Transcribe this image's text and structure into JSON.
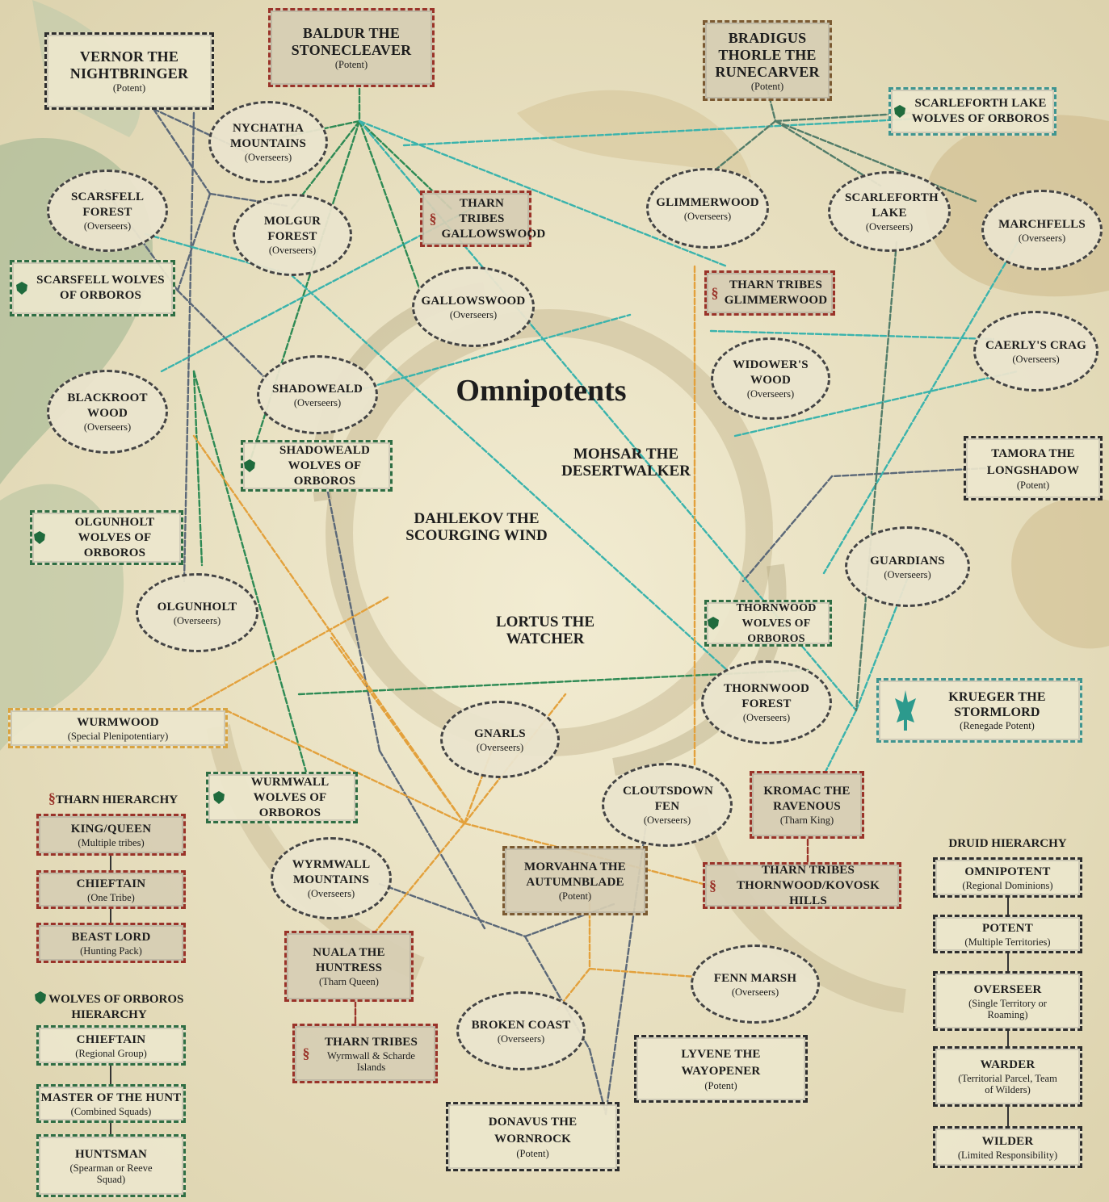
{
  "title": "Omnipotents",
  "omnipotents": [
    "MOHSAR THE DESERTWALKER",
    "DAHLEKOV THE SCOURGING WIND",
    "LORTUS THE WATCHER"
  ],
  "colors": {
    "background": "#ede6c8",
    "thorns": "#c9c08f",
    "green_link": "#2f8a52",
    "teal_link": "#3fb3ad",
    "orange_link": "#e3a13c",
    "gray_link": "#5a6a7a",
    "red_frame": "#9a3329"
  },
  "nodes": {
    "vernor": {
      "title": "VERNOR THE NIGHTBRINGER",
      "sub": "(Potent)"
    },
    "baldur": {
      "title": "BALDUR THE STONECLEAVER",
      "sub": "(Potent)"
    },
    "bradigus": {
      "title": "BRADIGUS THORLE THE RUNECARVER",
      "sub": "(Potent)"
    },
    "scarleforth_wolves": {
      "title": "SCARLEFORTH LAKE WOLVES OF ORBOROS",
      "icon": "wolf-icon"
    },
    "nychatha": {
      "title": "NYCHATHA MOUNTAINS",
      "sub": "(Overseers)"
    },
    "scarsfell_forest": {
      "title": "SCARSFELL FOREST",
      "sub": "(Overseers)"
    },
    "molgur": {
      "title": "MOLGUR FOREST",
      "sub": "(Overseers)"
    },
    "tharn_gallowswood": {
      "title": "THARN TRIBES GALLOWSWOOD",
      "icon": "thorn-icon"
    },
    "glimmerwood": {
      "title": "GLIMMERWOOD",
      "sub": "(Overseers)"
    },
    "scarleforth_lake": {
      "title": "SCARLEFORTH LAKE",
      "sub": "(Overseers)"
    },
    "marchfells": {
      "title": "MARCHFELLS",
      "sub": "(Overseers)"
    },
    "scarsfell_wolves": {
      "title": "SCARSFELL WOLVES OF ORBOROS",
      "icon": "wolf-icon"
    },
    "gallowswood": {
      "title": "GALLOWSWOOD",
      "sub": "(Overseers)"
    },
    "tharn_glimmerwood": {
      "title": "THARN TRIBES GLIMMERWOOD",
      "icon": "thorn-icon"
    },
    "caerlys_crag": {
      "title": "CAERLY'S CRAG",
      "sub": "(Overseers)"
    },
    "widowers_wood": {
      "title": "WIDOWER'S WOOD",
      "sub": "(Overseers)"
    },
    "shadoweald": {
      "title": "SHADOWEALD",
      "sub": "(Overseers)"
    },
    "blackroot": {
      "title": "BLACKROOT WOOD",
      "sub": "(Overseers)"
    },
    "shadoweald_wolves": {
      "title": "SHADOWEALD WOLVES OF ORBOROS",
      "icon": "wolf-icon"
    },
    "tamora": {
      "title": "TAMORA THE LONGSHADOW",
      "sub": "(Potent)"
    },
    "olgunholt_wolves": {
      "title": "OLGUNHOLT WOLVES OF ORBOROS",
      "icon": "wolf-icon"
    },
    "guardians": {
      "title": "GUARDIANS",
      "sub": "(Overseers)"
    },
    "olgunholt": {
      "title": "OLGUNHOLT",
      "sub": "(Overseers)"
    },
    "thornwood_wolves": {
      "title": "THORNWOOD WOLVES OF ORBOROS",
      "icon": "wolf-icon"
    },
    "wurmwood": {
      "title": "WURMWOOD",
      "sub": "(Special Plenipotentiary)"
    },
    "gnarls": {
      "title": "GNARLS",
      "sub": "(Overseers)"
    },
    "thornwood_forest": {
      "title": "THORNWOOD FOREST",
      "sub": "(Overseers)"
    },
    "krueger": {
      "title": "KRUEGER THE STORMLORD",
      "sub": "(Renegade Potent)",
      "icon": "stormlord-icon"
    },
    "wurmwall_wolves": {
      "title": "WURMWALL WOLVES OF ORBOROS",
      "icon": "wolf-icon"
    },
    "cloutsdown": {
      "title": "CLOUTSDOWN FEN",
      "sub": "(Overseers)"
    },
    "kromac": {
      "title": "KROMAC THE RAVENOUS",
      "sub": "(Tharn King)"
    },
    "wyrmwall_mts": {
      "title": "WYRMWALL MOUNTAINS",
      "sub": "(Overseers)"
    },
    "morvahna": {
      "title": "MORVAHNA THE AUTUMNBLADE",
      "sub": "(Potent)"
    },
    "tharn_thornwood": {
      "title": "THARN TRIBES THORNWOOD/KOVOSK HILLS",
      "icon": "thorn-icon"
    },
    "nuala": {
      "title": "NUALA THE HUNTRESS",
      "sub": "(Tharn Queen)"
    },
    "fenn": {
      "title": "FENN MARSH",
      "sub": "(Overseers)"
    },
    "broken_coast": {
      "title": "BROKEN COAST",
      "sub": "(Overseers)"
    },
    "tharn_wyrmwall": {
      "title": "THARN TRIBES",
      "sub": "Wyrmwall & Scharde Islands",
      "icon": "thorn-icon"
    },
    "lyvene": {
      "title": "LYVENE THE WAYOPENER",
      "sub": "(Potent)"
    },
    "donavus": {
      "title": "DONAVUS THE WORNROCK",
      "sub": "(Potent)"
    }
  },
  "tharn_hierarchy": {
    "heading": "THARN HIERARCHY",
    "levels": [
      {
        "title": "KING/QUEEN",
        "sub": "(Multiple tribes)"
      },
      {
        "title": "CHIEFTAIN",
        "sub": "(One Tribe)"
      },
      {
        "title": "BEAST LORD",
        "sub": "(Hunting Pack)"
      }
    ]
  },
  "wolves_hierarchy": {
    "heading": "WOLVES OF ORBOROS HIERARCHY",
    "levels": [
      {
        "title": "CHIEFTAIN",
        "sub": "(Regional Group)"
      },
      {
        "title": "MASTER OF THE HUNT",
        "sub": "(Combined Squads)"
      },
      {
        "title": "HUNTSMAN",
        "sub": "(Spearman or Reeve Squad)"
      }
    ]
  },
  "druid_hierarchy": {
    "heading": "DRUID HIERARCHY",
    "levels": [
      {
        "title": "OMNIPOTENT",
        "sub": "(Regional Dominions)"
      },
      {
        "title": "POTENT",
        "sub": "(Multiple Territories)"
      },
      {
        "title": "OVERSEER",
        "sub": "(Single Territory or Roaming)"
      },
      {
        "title": "WARDER",
        "sub": "(Territorial Parcel, Team of Wilders)"
      },
      {
        "title": "WILDER",
        "sub": "(Limited Responsibility)"
      }
    ]
  }
}
